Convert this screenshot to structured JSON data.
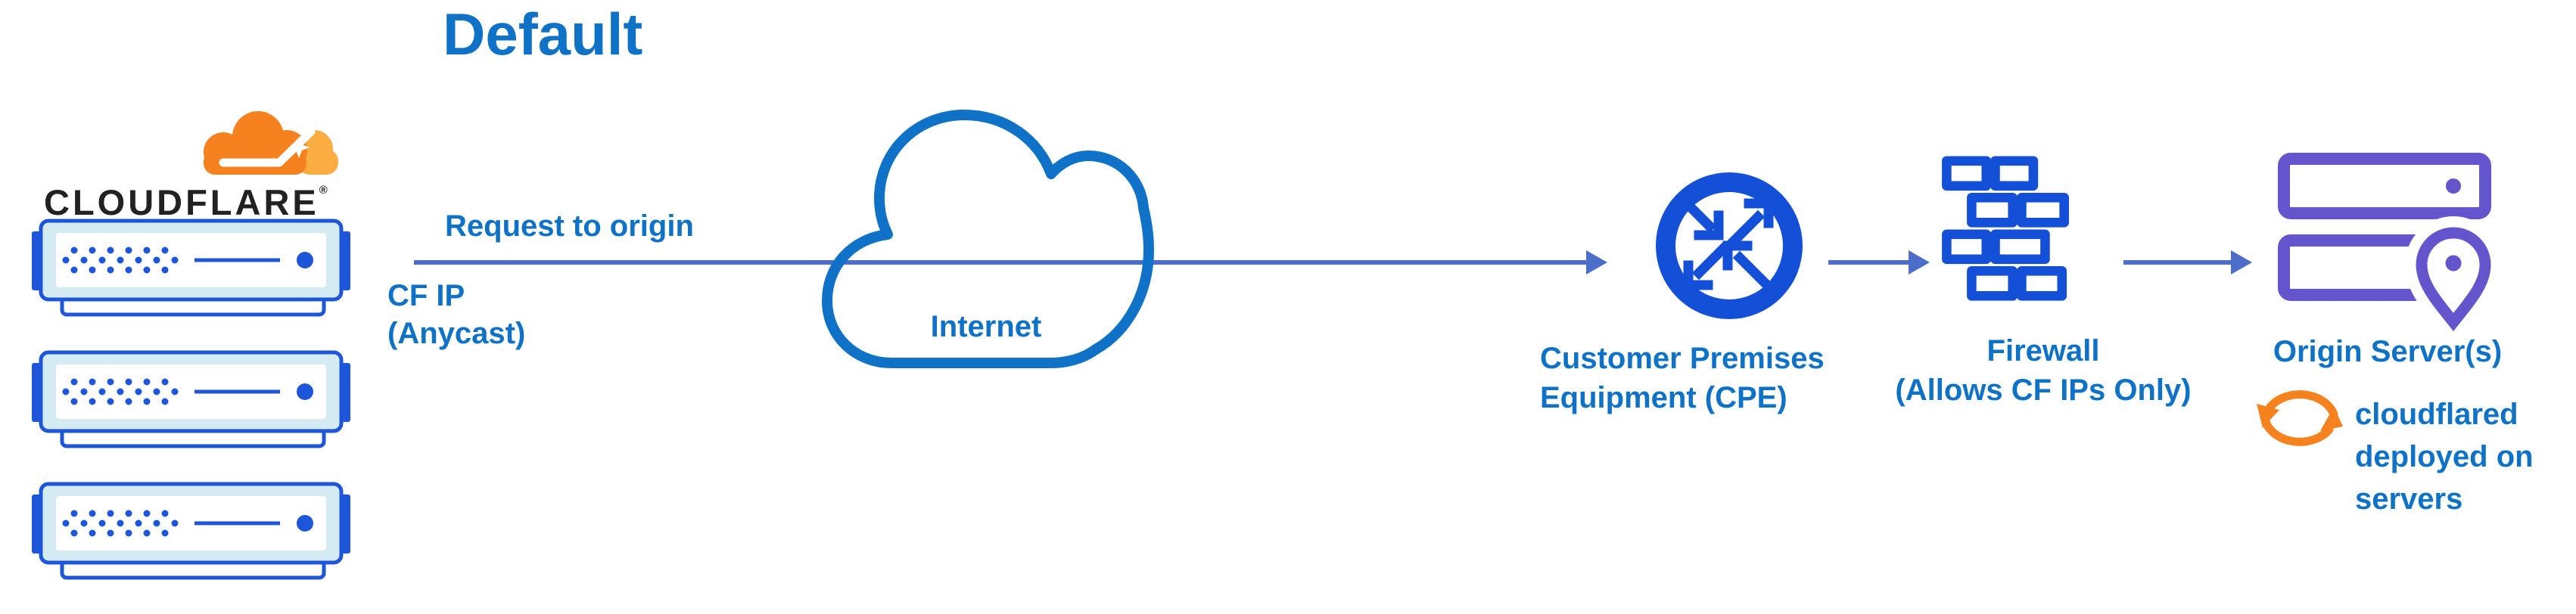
{
  "title": "Default",
  "brand": {
    "wordmark": "CLOUDFLARE",
    "registered": "®"
  },
  "labels": {
    "request_to_origin": "Request to origin",
    "cf_ip_anycast": "CF IP\n(Anycast)",
    "internet": "Internet",
    "cpe": "Customer Premises\nEquipment (CPE)",
    "firewall": "Firewall\n(Allows CF IPs Only)",
    "origin_servers": "Origin Server(s)",
    "cloudflared": "cloudflared\ndeployed on\nservers"
  },
  "icons": {
    "cloudflare_logo": "orange-cloud-logo",
    "edge_server": "server-rack",
    "internet": "cloud-outline",
    "cpe": "circle-with-routing-arrows",
    "firewall": "brick-wall",
    "origin_server": "server-stack-with-location-pin",
    "cloudflared": "sync-arrows"
  },
  "colors": {
    "blue_text": "#0F72C6",
    "icon_blue": "#1450D7",
    "rack_blue": "#1E56D9",
    "rack_fill": "#D5EBF3",
    "line_blue": "#4C6EC9",
    "purple": "#6455CC",
    "orange": "#F6821F",
    "orange_light": "#FBAD41",
    "ink": "#222222"
  }
}
